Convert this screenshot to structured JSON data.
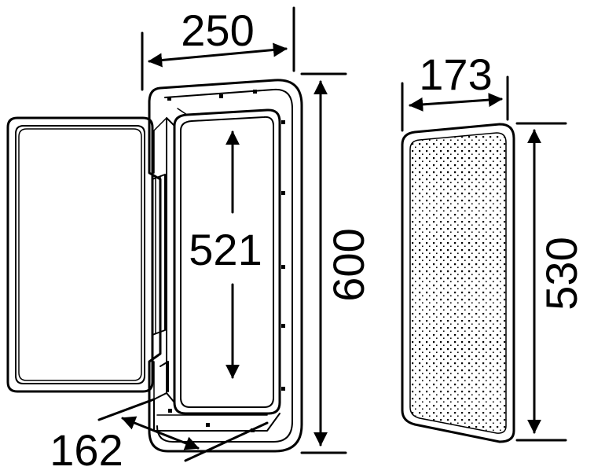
{
  "dimensions": {
    "frame_width": "250",
    "frame_height": "600",
    "opening_height": "521",
    "frame_depth": "162",
    "panel_width": "173",
    "panel_height": "530"
  },
  "colors": {
    "ink": "#000000",
    "paper": "#ffffff"
  }
}
